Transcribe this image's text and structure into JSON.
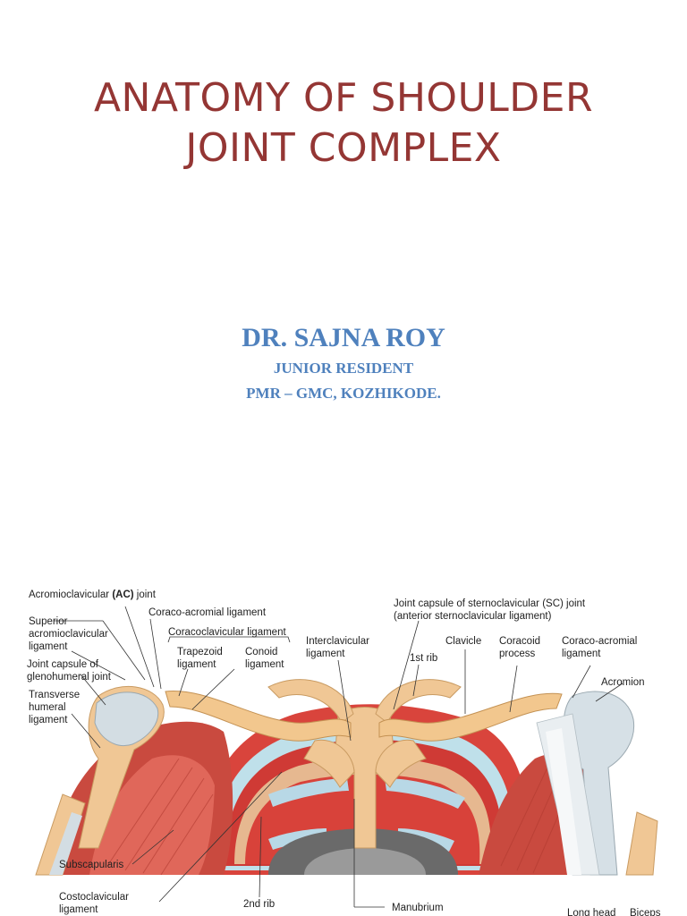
{
  "title": {
    "line1": "ANATOMY OF SHOULDER",
    "line2": "JOINT COMPLEX"
  },
  "author": {
    "name": "DR. SAJNA ROY",
    "role": "JUNIOR RESIDENT",
    "affiliation": "PMR – GMC, KOZHIKODE."
  },
  "figure": {
    "labels": {
      "ac_joint_prefix": "Acromioclavicular",
      "ac_joint_bold": "(AC)",
      "ac_joint_suffix": "joint",
      "coraco_acromial_left": "Coraco-acromial ligament",
      "coracoclavicular": "Coracoclavicular ligament",
      "trapezoid_1": "Trapezoid",
      "trapezoid_2": "ligament",
      "conoid_1": "Conoid",
      "conoid_2": "ligament",
      "superior_ac_1": "Superior",
      "superior_ac_2": "acromioclavicular",
      "superior_ac_3": "ligament",
      "glenohumeral_1": "Joint capsule of",
      "glenohumeral_2": "glenohumeral joint",
      "transverse_1": "Transverse",
      "transverse_2": "humeral",
      "transverse_3": "ligament",
      "interclavicular_1": "Interclavicular",
      "interclavicular_2": "ligament",
      "sc_joint_1": "Joint capsule of sternoclavicular (SC) joint",
      "sc_joint_2": "(anterior sternoclavicular ligament)",
      "first_rib": "1st rib",
      "clavicle": "Clavicle",
      "coracoid_1": "Coracoid",
      "coracoid_2": "process",
      "coraco_acromial_r1": "Coraco-acromial",
      "coraco_acromial_r2": "ligament",
      "acromion": "Acromion",
      "subscapularis": "Subscapularis",
      "costoclavicular_1": "Costoclavicular",
      "costoclavicular_2": "ligament",
      "second_rib": "2nd rib",
      "manubrium": "Manubrium",
      "long_head": "Long head",
      "biceps": "Biceps"
    }
  }
}
